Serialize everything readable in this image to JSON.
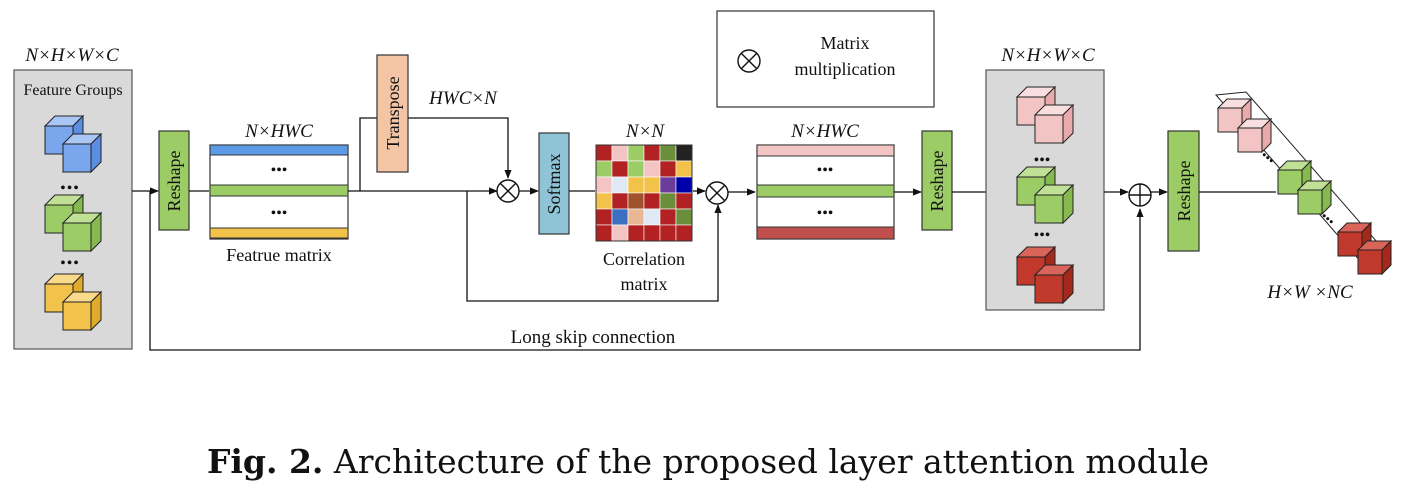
{
  "input": {
    "dim_label": "N×H×W×C",
    "title": "Feature Groups",
    "ellipsis": "•••",
    "cubes": [
      {
        "name": "feature-cube-blue",
        "front": "#7aa6ee",
        "top": "#a9c6f5",
        "side": "#5b8ee0"
      },
      {
        "name": "feature-cube-green",
        "front": "#9ccc65",
        "top": "#bfe095",
        "side": "#86b94f"
      },
      {
        "name": "feature-cube-yellow",
        "front": "#f3c24a",
        "top": "#f8da8a",
        "side": "#e0aa2b"
      }
    ]
  },
  "reshape_label": "Reshape",
  "transpose_label": "Transpose",
  "softmax_label": "Softmax",
  "feature_matrix": {
    "dim_label": "N×HWC",
    "caption": "Featrue matrix",
    "ellipsis": "•••",
    "stripes": [
      "#5b9be6",
      "#9ccc65",
      "#f3c24a"
    ]
  },
  "transpose_dim_label": "HWC×N",
  "correlation_matrix": {
    "dim_label": "N×N",
    "caption_line1": "Correlation",
    "caption_line2": "matrix",
    "cells": [
      [
        "#b22222",
        "#f2c4c4",
        "#9ccc65",
        "#b22222",
        "#6b8e3a",
        "#222222"
      ],
      [
        "#9ccc65",
        "#b22222",
        "#9ccc65",
        "#f2c4c4",
        "#b22222",
        "#f3c24a"
      ],
      [
        "#f2c4c4",
        "#dfe8f5",
        "#f3c24a",
        "#f3c24a",
        "#6a3d9a",
        "#0000aa"
      ],
      [
        "#f3c24a",
        "#b22222",
        "#a0522d",
        "#b22222",
        "#6b8e3a",
        "#b22222"
      ],
      [
        "#b22222",
        "#3a6fc2",
        "#e8b894",
        "#dfe8f5",
        "#b22222",
        "#6b8e3a"
      ],
      [
        "#b22222",
        "#f2c4c4",
        "#b22222",
        "#b22222",
        "#b22222",
        "#b22222"
      ]
    ]
  },
  "output_matrix": {
    "dim_label": "N×HWC",
    "ellipsis": "•••",
    "stripes": [
      "#f2c4c4",
      "#9ccc65",
      "#c0504d"
    ]
  },
  "legend": {
    "line1": "Matrix",
    "line2": "multiplication"
  },
  "output_groups": {
    "dim_label": "N×H×W×C",
    "ellipsis": "•••",
    "cubes": [
      {
        "name": "output-cube-pink",
        "front": "#f2c4c4",
        "top": "#f8dede",
        "side": "#e8aaaa"
      },
      {
        "name": "output-cube-green",
        "front": "#9ccc65",
        "top": "#bfe095",
        "side": "#86b94f"
      },
      {
        "name": "output-cube-red",
        "front": "#c0392b",
        "top": "#d9645a",
        "side": "#a5281c"
      }
    ]
  },
  "final_output": {
    "dim_label": "H×W ×NC",
    "ellipsis": "•••"
  },
  "skip_label": "Long skip connection",
  "caption": {
    "fig": "Fig. 2.",
    "text": " Architecture of the proposed layer attention module"
  }
}
